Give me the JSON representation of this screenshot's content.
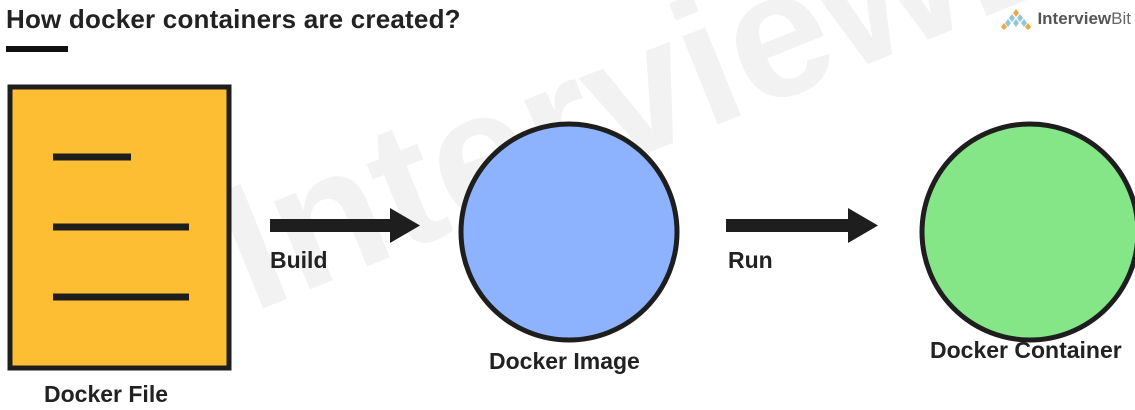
{
  "title": "How docker containers are created?",
  "logo": {
    "brand_bold": "Interview",
    "brand_light": "Bit",
    "icon": "pyramid-dots-logo-icon"
  },
  "watermark": "InterviewBit",
  "nodes": {
    "docker_file": {
      "label": "Docker File",
      "fill": "#FDBE33",
      "icon": "document-icon"
    },
    "docker_image": {
      "label": "Docker Image",
      "fill": "#8DB3FF"
    },
    "docker_container": {
      "label": "Docker Container",
      "fill": "#84E686"
    }
  },
  "edges": {
    "build": {
      "label": "Build"
    },
    "run": {
      "label": "Run"
    }
  },
  "colors": {
    "stroke": "#1E1E1E",
    "text": "#222222"
  }
}
